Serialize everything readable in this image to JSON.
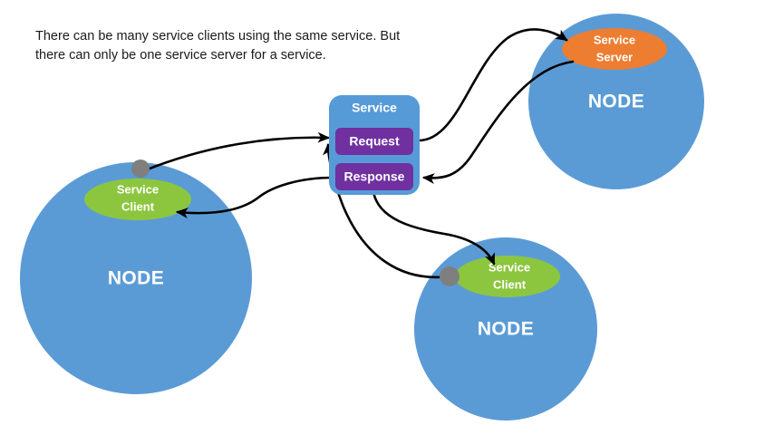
{
  "caption": {
    "line1": "There can be many service clients using the same service. But",
    "line2": "there can only be one service server for a service."
  },
  "service_box": {
    "title": "Service",
    "messages": [
      {
        "label": "Request"
      },
      {
        "label": "Response"
      }
    ]
  },
  "nodes": [
    {
      "id": "node-top-right",
      "node_label": "NODE",
      "endpoint_label_line1": "Service",
      "endpoint_label_line2": "Server",
      "endpoint_role": "server"
    },
    {
      "id": "node-bottom-left",
      "node_label": "NODE",
      "endpoint_label_line1": "Service",
      "endpoint_label_line2": "Client",
      "endpoint_role": "client"
    },
    {
      "id": "node-bottom-center",
      "node_label": "NODE",
      "endpoint_label_line1": "Service",
      "endpoint_label_line2": "Client",
      "endpoint_role": "client"
    }
  ],
  "colors": {
    "node_blue": "#5B9BD5",
    "service_box_blue": "#569BD8",
    "message_purple": "#7030A0",
    "server_orange": "#ED7D31",
    "client_green": "#8CC63F",
    "connector_gray": "#7F7F7F",
    "arrow_black": "#000000",
    "text_white": "#FFFFFF",
    "caption_text": "#1A1A1A",
    "background": "#FFFFFF"
  },
  "connections": [
    {
      "name": "request-to-server",
      "from": "service-request",
      "to": "node-top-right-server"
    },
    {
      "name": "server-to-response",
      "from": "node-top-right-server",
      "to": "service-response"
    },
    {
      "name": "left-client-to-request",
      "from": "node-bottom-left-client",
      "to": "service-request"
    },
    {
      "name": "response-to-left-client",
      "from": "service-response",
      "to": "node-bottom-left-client"
    },
    {
      "name": "bottom-client-to-request",
      "from": "node-bottom-center-client",
      "to": "service-request"
    },
    {
      "name": "response-to-bottom-client",
      "from": "service-response",
      "to": "node-bottom-center-client"
    }
  ]
}
